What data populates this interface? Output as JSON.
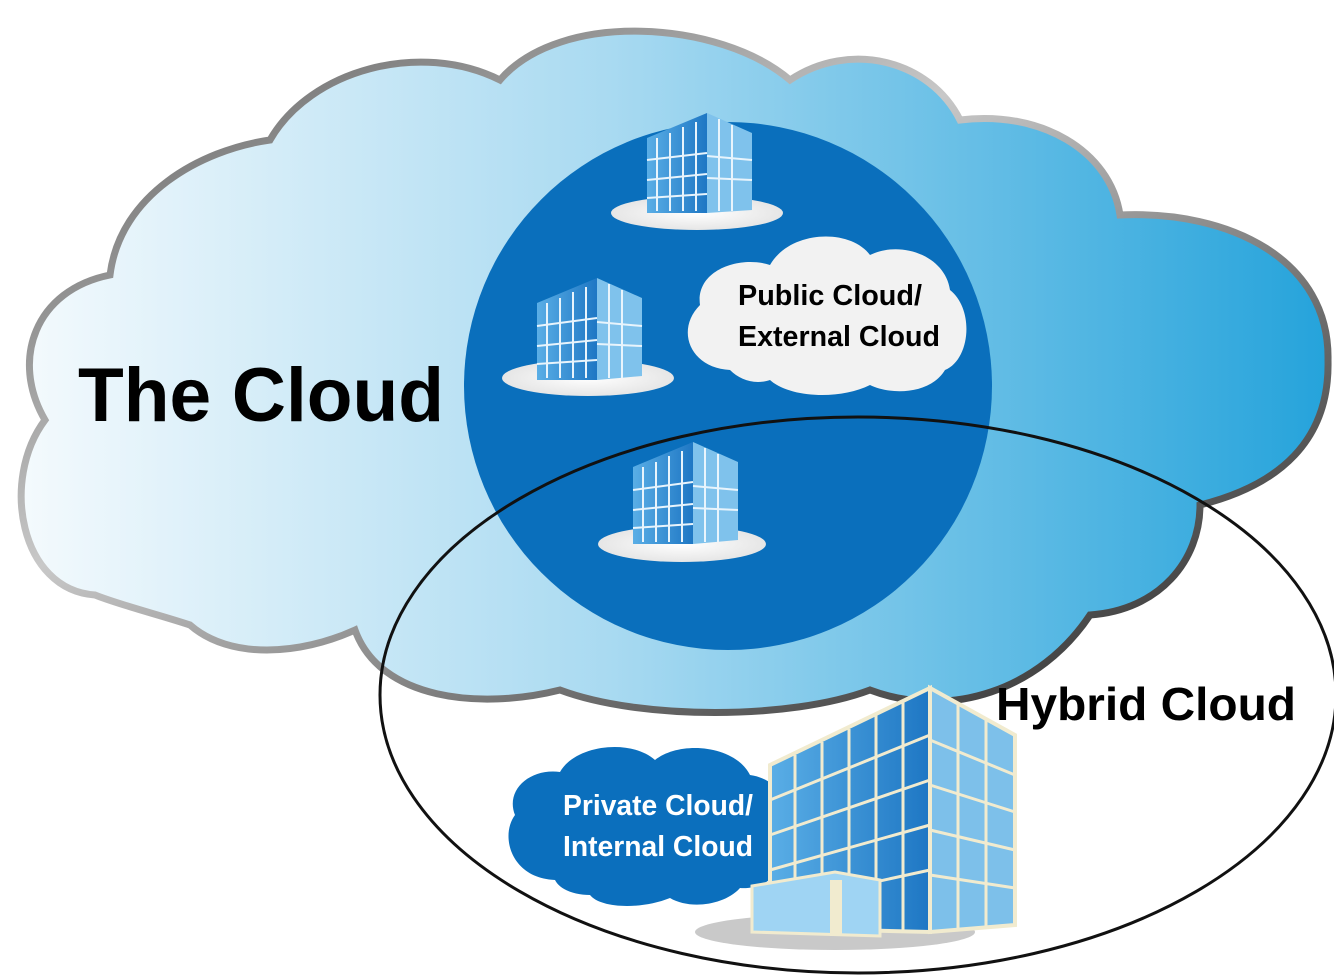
{
  "labels": {
    "the_cloud": "The Cloud",
    "public_cloud_line1": "Public Cloud/",
    "public_cloud_line2": "External Cloud",
    "hybrid_cloud": "Hybrid Cloud",
    "private_cloud_line1": "Private Cloud/",
    "private_cloud_line2": "Internal Cloud"
  },
  "colors": {
    "cloud_light": "#e9f5fb",
    "cloud_mid": "#9fd4ef",
    "cloud_dark": "#2aa6dc",
    "circle_blue": "#0a6fbc",
    "private_cloud_blue": "#0b6fbd",
    "public_cloud_fill": "#f2f2f2",
    "building_blue": "#3b8fd2",
    "outline_gray": "#888888"
  }
}
